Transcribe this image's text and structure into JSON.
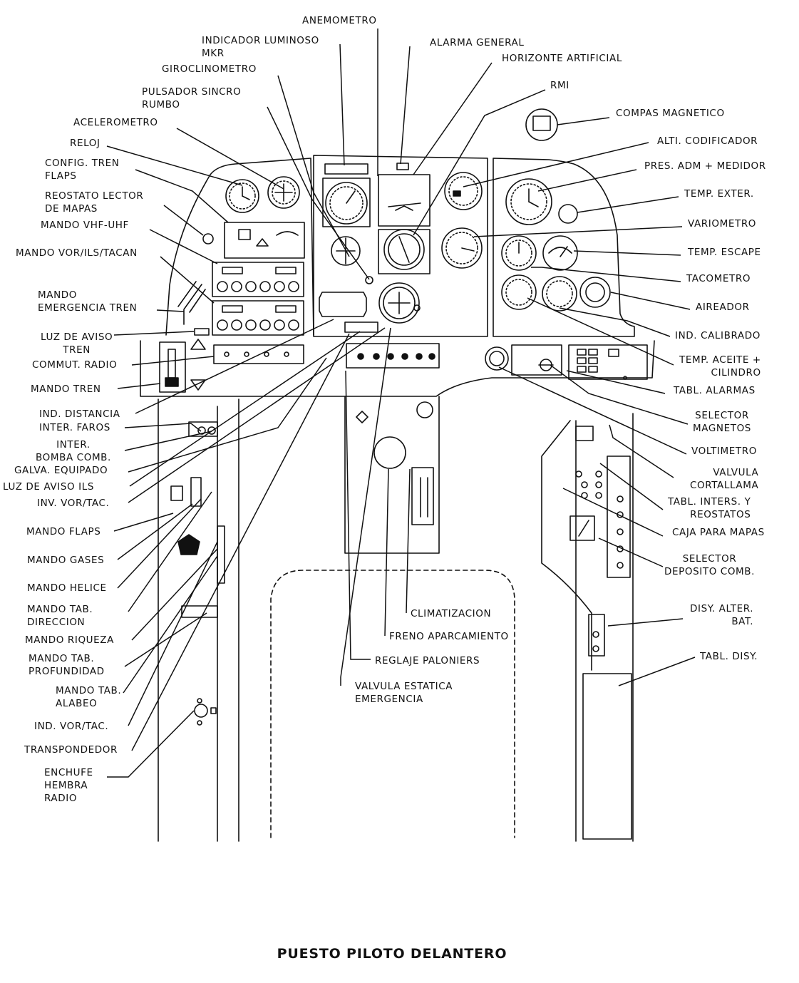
{
  "title": "PUESTO PILOTO DELANTERO",
  "labels": {
    "anemometro": "ANEMOMETRO",
    "indicador_luminoso_mkr": "INDICADOR LUMINOSO\nMKR",
    "alarma_general": "ALARMA GENERAL",
    "horizonte_artificial": "HORIZONTE ARTIFICIAL",
    "giroclinometro": "GIROCLINOMETRO",
    "pulsador_sincro_rumbo": "PULSADOR SINCRO\nRUMBO",
    "rmi": "RMI",
    "acelerometro": "ACELEROMETRO",
    "compas_magnetico": "COMPAS MAGNETICO",
    "reloj": "RELOJ",
    "alti_codificador": "ALTI. CODIFICADOR",
    "config_tren_flaps": "CONFIG. TREN\nFLAPS",
    "pres_adm_medidor": "PRES. ADM + MEDIDOR",
    "reostato_lector_mapas": "REOSTATO LECTOR\nDE MAPAS",
    "temp_exter": "TEMP. EXTER.",
    "mando_vhf_uhf": "MANDO VHF-UHF",
    "variometro": "VARIOMETRO",
    "mando_vor_ils_tacan": "MANDO VOR/ILS/TACAN",
    "temp_escape": "TEMP. ESCAPE",
    "tacometro": "TACOMETRO",
    "mando_emergencia_tren": "MANDO\nEMERGENCIA TREN",
    "aireador": "AIREADOR",
    "ind_calibrado": "IND. CALIBRADO",
    "luz_aviso_tren": "LUZ DE AVISO\nTREN",
    "temp_aceite_cilindro": "TEMP. ACEITE +\nCILINDRO",
    "commut_radio": "COMMUT. RADIO",
    "tabl_alarmas": "TABL. ALARMAS",
    "mando_tren": "MANDO TREN",
    "ind_distancia": "IND. DISTANCIA",
    "selector_magnetos": "SELECTOR\nMAGNETOS",
    "inter_faros": "INTER. FAROS",
    "inter_bomba_comb": "INTER.\nBOMBA COMB.",
    "voltimetro": "VOLTIMETRO",
    "galva_equipado": "GALVA. EQUIPADO",
    "valvula_cortallama": "VALVULA\nCORTALLAMA",
    "luz_aviso_ils": "LUZ DE AVISO ILS",
    "tabl_inters_reostatos": "TABL. INTERS. Y\nREOSTATOS",
    "inv_vor_tac": "INV. VOR/TAC.",
    "caja_mapas": "CAJA PARA MAPAS",
    "mando_flaps": "MANDO FLAPS",
    "selector_deposito_comb": "SELECTOR\nDEPOSITO COMB.",
    "mando_gases": "MANDO GASES",
    "mando_helice": "MANDO HELICE",
    "mando_tab_direccion": "MANDO TAB.\nDIRECCION",
    "disy_alter_bat": "DISY. ALTER.\nBAT.",
    "climatizacion": "CLIMATIZACION",
    "mando_riqueza": "MANDO RIQUEZA",
    "freno_aparcamiento": "FRENO APARCAMIENTO",
    "mando_tab_profundidad": "MANDO TAB.\nPROFUNDIDAD",
    "tabl_disy": "TABL. DISY.",
    "reglaje_paloniers": "REGLAJE PALONIERS",
    "mando_tab_alabeo": "MANDO TAB.\nALABEO",
    "valvula_estatica_emergencia": "VALVULA ESTATICA\nEMERGENCIA",
    "ind_vor_tac": "IND. VOR/TAC.",
    "transpondedor": "TRANSPONDEDOR",
    "enchufe_hembra_radio": "ENCHUFE\nHEMBRA\nRADIO"
  }
}
